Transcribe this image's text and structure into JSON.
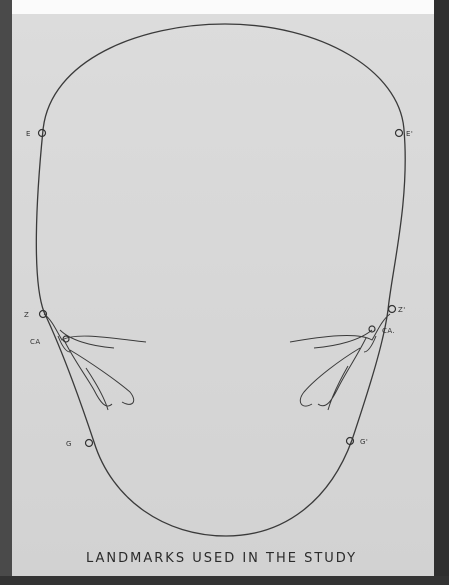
{
  "figure": {
    "caption": "LANDMARKS USED IN THE STUDY",
    "landmarks": {
      "left_e": "E",
      "right_e": "E'",
      "left_z": "Z",
      "right_z": "Z'",
      "left_ca": "CA",
      "right_ca": "CA.",
      "left_g": "G",
      "right_g": "G'"
    }
  }
}
